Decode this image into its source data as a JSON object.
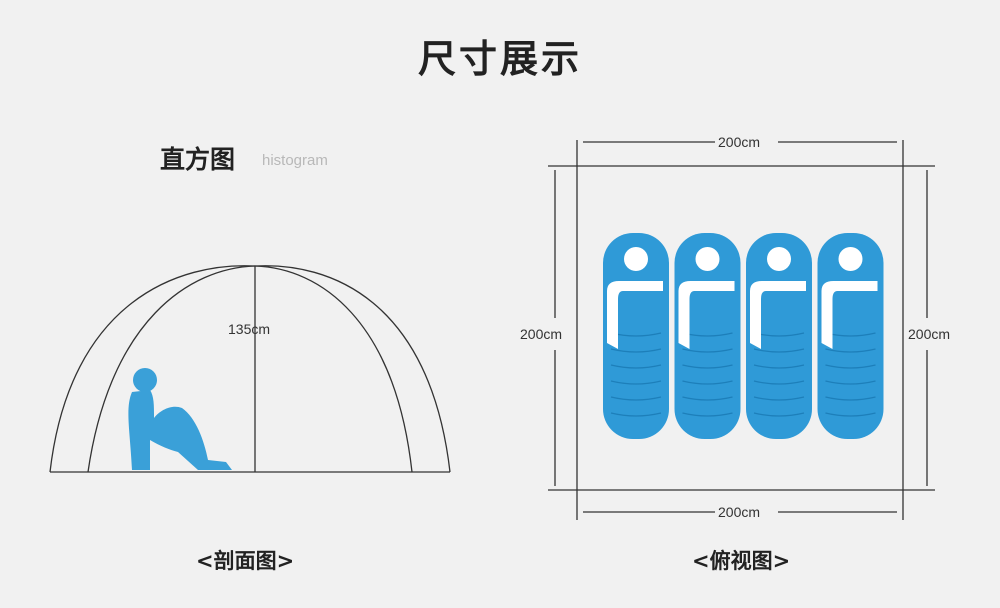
{
  "title": "尺寸展示",
  "section": {
    "title_cn": "直方图",
    "title_en": "histogram"
  },
  "cross_section": {
    "caption": "<剖面图>",
    "height_label": "135cm",
    "figure_color": "#3aa0d8"
  },
  "top_view": {
    "caption": "<俯视图>",
    "width_top_label": "200cm",
    "width_bottom_label": "200cm",
    "depth_left_label": "200cm",
    "depth_right_label": "200cm",
    "sleeping_bag_count": 4,
    "bag_color": "#2f9ad7",
    "bag_dark": "#1d7fba"
  }
}
